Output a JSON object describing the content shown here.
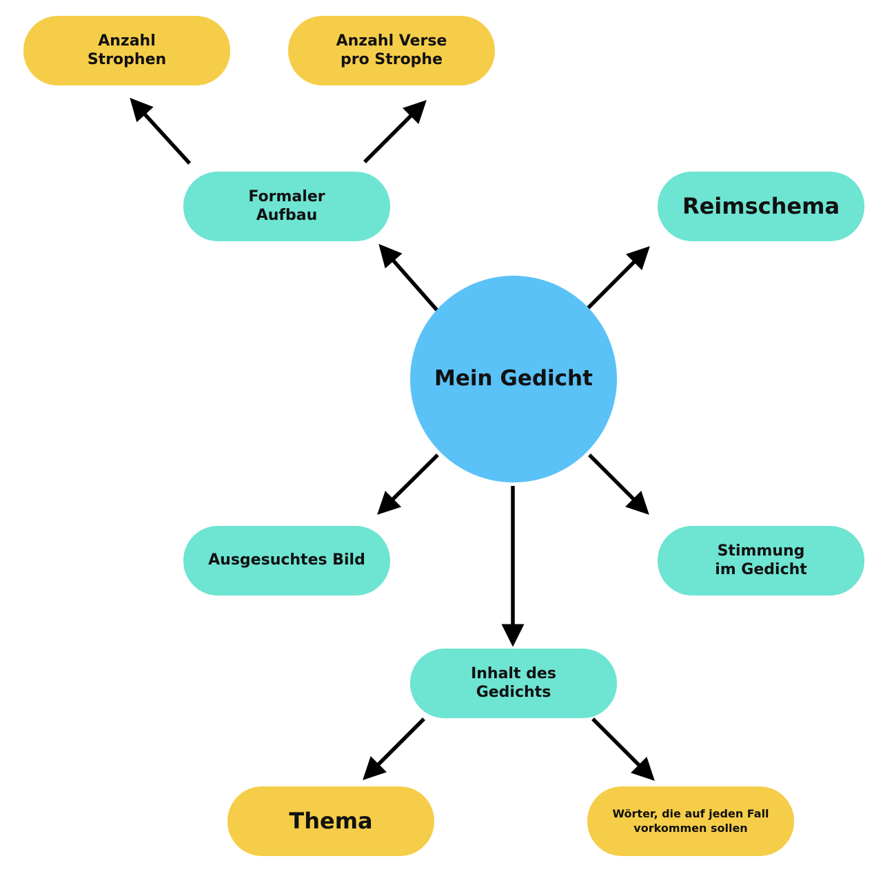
{
  "center": {
    "label": "Mein Gedicht"
  },
  "nodes": {
    "anzahl_strophen": "Anzahl\nStrophen",
    "anzahl_verse": "Anzahl Verse\npro Strophe",
    "formaler_aufbau": "Formaler\nAufbau",
    "reimschema": "Reimschema",
    "ausgesuchtes_bild": "Ausgesuchtes Bild",
    "stimmung": "Stimmung\nim Gedicht",
    "inhalt": "Inhalt des\nGedichts",
    "thema": "Thema",
    "woerter": "Wörter, die auf jeden Fall\nvorkommen sollen"
  },
  "colors": {
    "level_1_fill": "#6ee4d2",
    "level_2_fill": "#f5cd48",
    "center_fill": "#5bc2f7",
    "arrow": "#000000"
  },
  "edges": [
    {
      "from": "center",
      "to": "formaler_aufbau"
    },
    {
      "from": "center",
      "to": "reimschema"
    },
    {
      "from": "center",
      "to": "ausgesuchtes_bild"
    },
    {
      "from": "center",
      "to": "inhalt"
    },
    {
      "from": "center",
      "to": "stimmung"
    },
    {
      "from": "formaler_aufbau",
      "to": "anzahl_strophen"
    },
    {
      "from": "formaler_aufbau",
      "to": "anzahl_verse"
    },
    {
      "from": "inhalt",
      "to": "thema"
    },
    {
      "from": "inhalt",
      "to": "woerter"
    }
  ]
}
